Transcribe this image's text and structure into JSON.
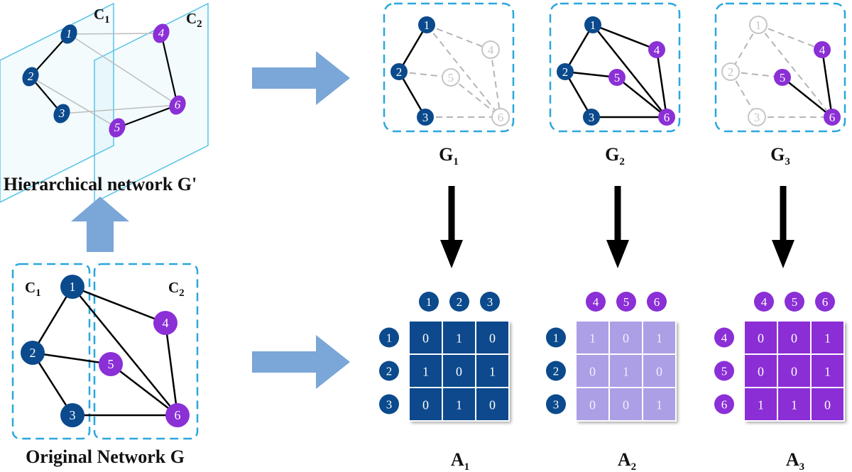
{
  "colors": {
    "c1_node": "#0b4a8c",
    "c2_node": "#8b2fd6",
    "faded": "#c6c6c6",
    "dash_box": "#2aa7dd",
    "arrow_blue": "#7aa6d8",
    "plane": "#5bc3e6",
    "a1_fill": "#0b4a8c",
    "a2_fill": "#ac9fe6",
    "a3_fill": "#8b2fd6"
  },
  "labels": {
    "hierarchical": "Hierarchical network G'",
    "original": "Original Network G"
  },
  "clusters": [
    {
      "main": "C",
      "sub": "1"
    },
    {
      "main": "C",
      "sub": "2"
    }
  ],
  "nodes": [
    {
      "id": "1",
      "cluster": 1
    },
    {
      "id": "2",
      "cluster": 1
    },
    {
      "id": "3",
      "cluster": 1
    },
    {
      "id": "4",
      "cluster": 2
    },
    {
      "id": "5",
      "cluster": 2
    },
    {
      "id": "6",
      "cluster": 2
    }
  ],
  "edges": [
    {
      "from": "1",
      "to": "2",
      "type": "intra"
    },
    {
      "from": "2",
      "to": "3",
      "type": "intra"
    },
    {
      "from": "4",
      "to": "6",
      "type": "intra"
    },
    {
      "from": "5",
      "to": "6",
      "type": "intra"
    },
    {
      "from": "1",
      "to": "4",
      "type": "inter"
    },
    {
      "from": "1",
      "to": "6",
      "type": "inter"
    },
    {
      "from": "2",
      "to": "5",
      "type": "inter"
    },
    {
      "from": "3",
      "to": "6",
      "type": "inter"
    }
  ],
  "subgraphs": [
    {
      "main": "G",
      "sub": "1",
      "active": [
        "1",
        "2",
        "3"
      ]
    },
    {
      "main": "G",
      "sub": "2",
      "active": [
        "1",
        "2",
        "3",
        "4",
        "5",
        "6"
      ]
    },
    {
      "main": "G",
      "sub": "3",
      "active": [
        "4",
        "5",
        "6"
      ]
    }
  ],
  "matrices": [
    {
      "main": "A",
      "sub": "1",
      "cols": [
        "1",
        "2",
        "3"
      ],
      "rows": [
        "1",
        "2",
        "3"
      ],
      "values": [
        [
          0,
          1,
          0
        ],
        [
          1,
          0,
          1
        ],
        [
          0,
          1,
          0
        ]
      ]
    },
    {
      "main": "A",
      "sub": "2",
      "cols": [
        "4",
        "5",
        "6"
      ],
      "rows": [
        "1",
        "2",
        "3"
      ],
      "values": [
        [
          1,
          0,
          1
        ],
        [
          0,
          1,
          0
        ],
        [
          0,
          0,
          1
        ]
      ]
    },
    {
      "main": "A",
      "sub": "3",
      "cols": [
        "4",
        "5",
        "6"
      ],
      "rows": [
        "4",
        "5",
        "6"
      ],
      "values": [
        [
          0,
          0,
          1
        ],
        [
          0,
          0,
          1
        ],
        [
          1,
          1,
          0
        ]
      ]
    }
  ]
}
